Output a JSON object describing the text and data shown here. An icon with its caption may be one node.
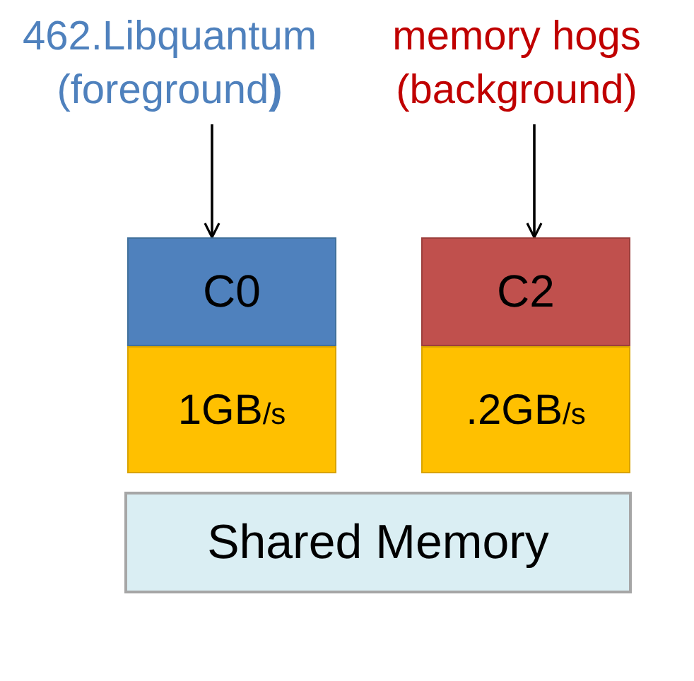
{
  "diagram": {
    "nodes": [
      {
        "text": [
          "462.Libquantum (foreground**)**"
        ]
      },
      {
        "text": [
          "memory hogs (background)"
        ]
      },
      {
        "text": [
          "C0"
        ]
      },
      {
        "text": [
          "1GB$_{/s}$"
        ]
      },
      {
        "text": [
          "C2"
        ]
      },
      {
        "text": [
          ".2GB$_{/s}$"
        ]
      },
      {
        "text": [
          "Shared Memory"
        ]
      }
    ],
    "edges": [
      {
        "from": 0,
        "to": 2,
        "arrow": "to"
      },
      {
        "from": 1,
        "to": 4,
        "arrow": "to"
      }
    ]
  }
}
